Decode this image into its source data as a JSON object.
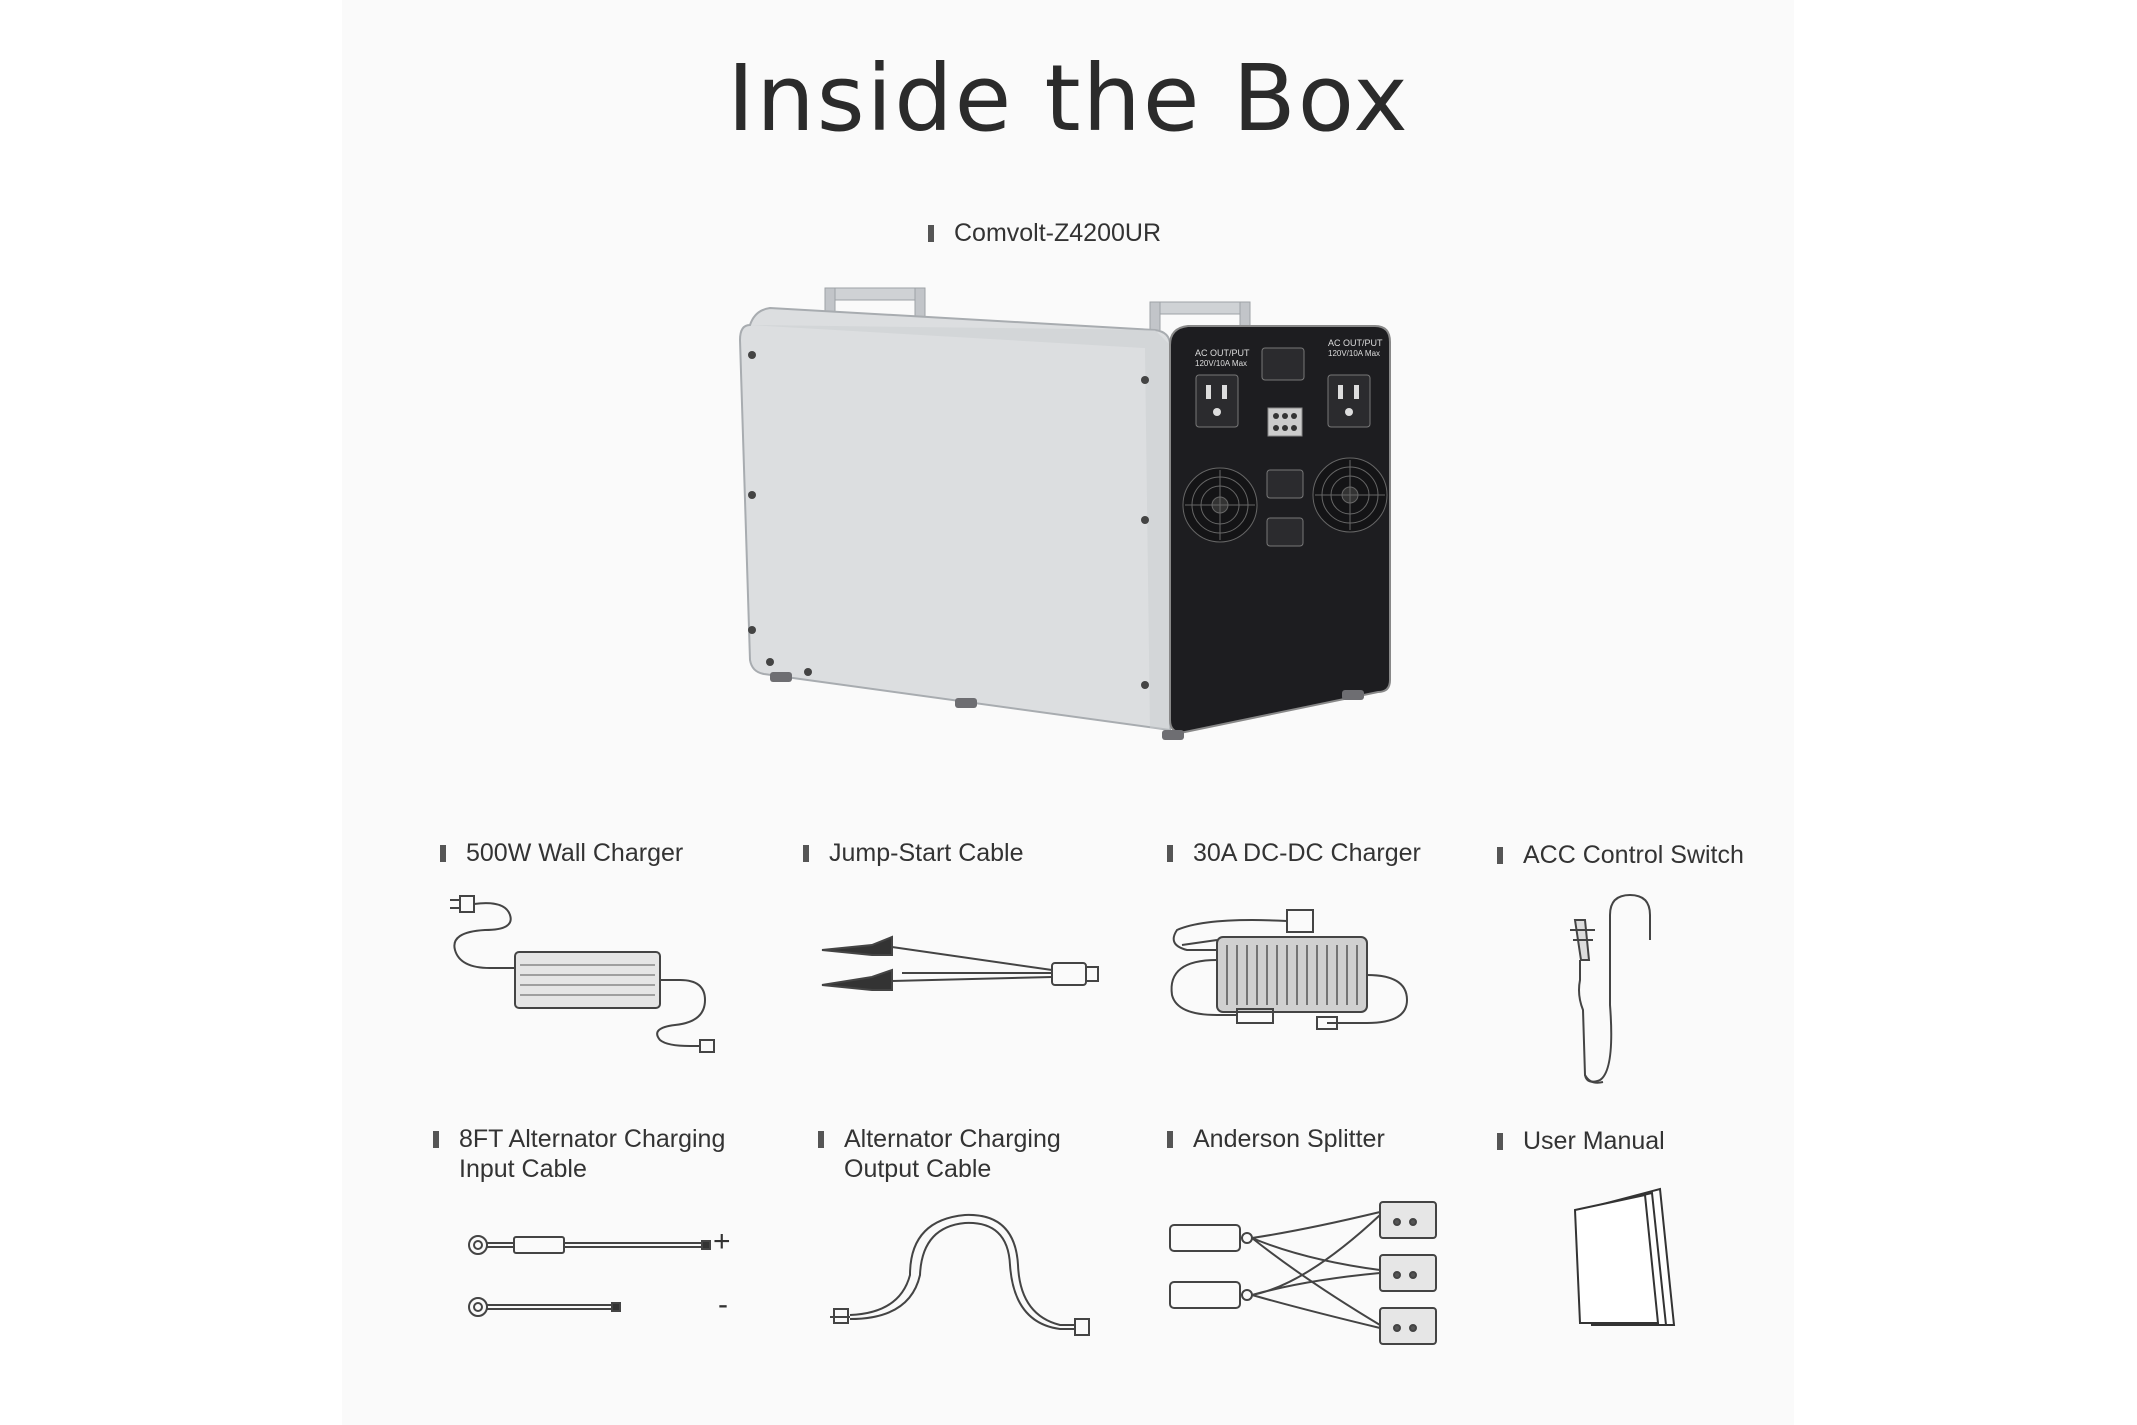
{
  "page": {
    "title": "Inside the Box"
  },
  "main_product": {
    "name": "Comvolt-Z4200UR",
    "panel_labels": {
      "ac_out_left": "AC OUT/PUT",
      "ac_out_left_rating": "120V/10A Max",
      "ac_out_right": "AC OUT/PUT",
      "ac_out_right_rating": "120V/10A Max"
    }
  },
  "items": [
    {
      "label": "500W Wall Charger",
      "icon": "wall-charger-icon"
    },
    {
      "label": "Jump-Start Cable",
      "icon": "jump-start-cable-icon"
    },
    {
      "label": "30A DC-DC Charger",
      "icon": "dc-dc-charger-icon"
    },
    {
      "label": "ACC Control Switch",
      "icon": "acc-control-switch-icon"
    },
    {
      "label": "8FT Alternator Charging\nInput Cable",
      "icon": "alternator-input-cable-icon",
      "marks": {
        "plus": "+",
        "minus": "-"
      }
    },
    {
      "label": "Alternator Charging\nOutput Cable",
      "icon": "alternator-output-cable-icon"
    },
    {
      "label": "Anderson Splitter",
      "icon": "anderson-splitter-icon"
    },
    {
      "label": "User Manual",
      "icon": "user-manual-icon"
    }
  ],
  "colors": {
    "background": "#ffffff",
    "panel": "#fafafa",
    "text": "#333333",
    "product_silver": "#d9dbdd",
    "product_front": "#1c1c1e"
  }
}
